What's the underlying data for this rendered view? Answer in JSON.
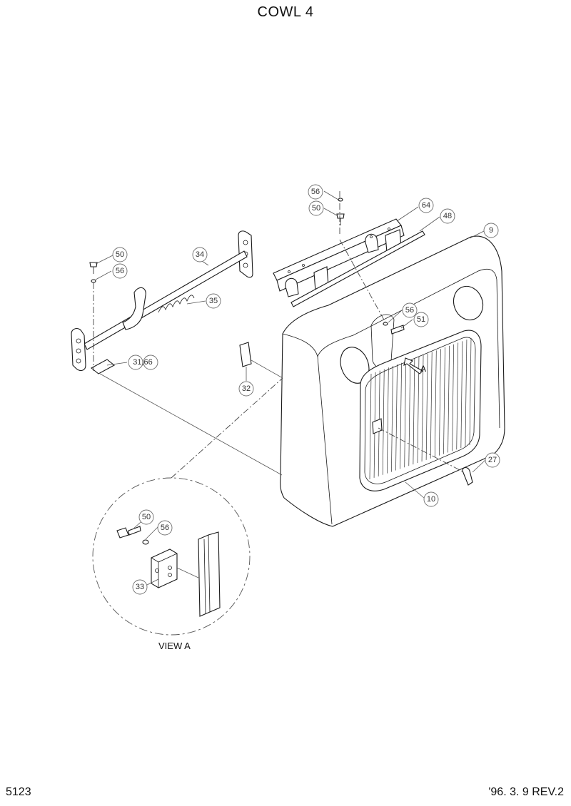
{
  "title": "COWL 4",
  "page_number": "5123",
  "revision": "'96. 3. 9  REV.2",
  "view_label": "VIEW A",
  "view_arrow_label": "A",
  "callouts": {
    "c9": "9",
    "c10": "10",
    "c27": "27",
    "c31_66": "31,66",
    "c32": "32",
    "c33": "33",
    "c34": "34",
    "c35": "35",
    "c48": "48",
    "c50a": "50",
    "c50b": "50",
    "c50c": "50",
    "c51": "51",
    "c56a": "56",
    "c56b": "56",
    "c56c": "56",
    "c56d": "56",
    "c64": "64"
  }
}
